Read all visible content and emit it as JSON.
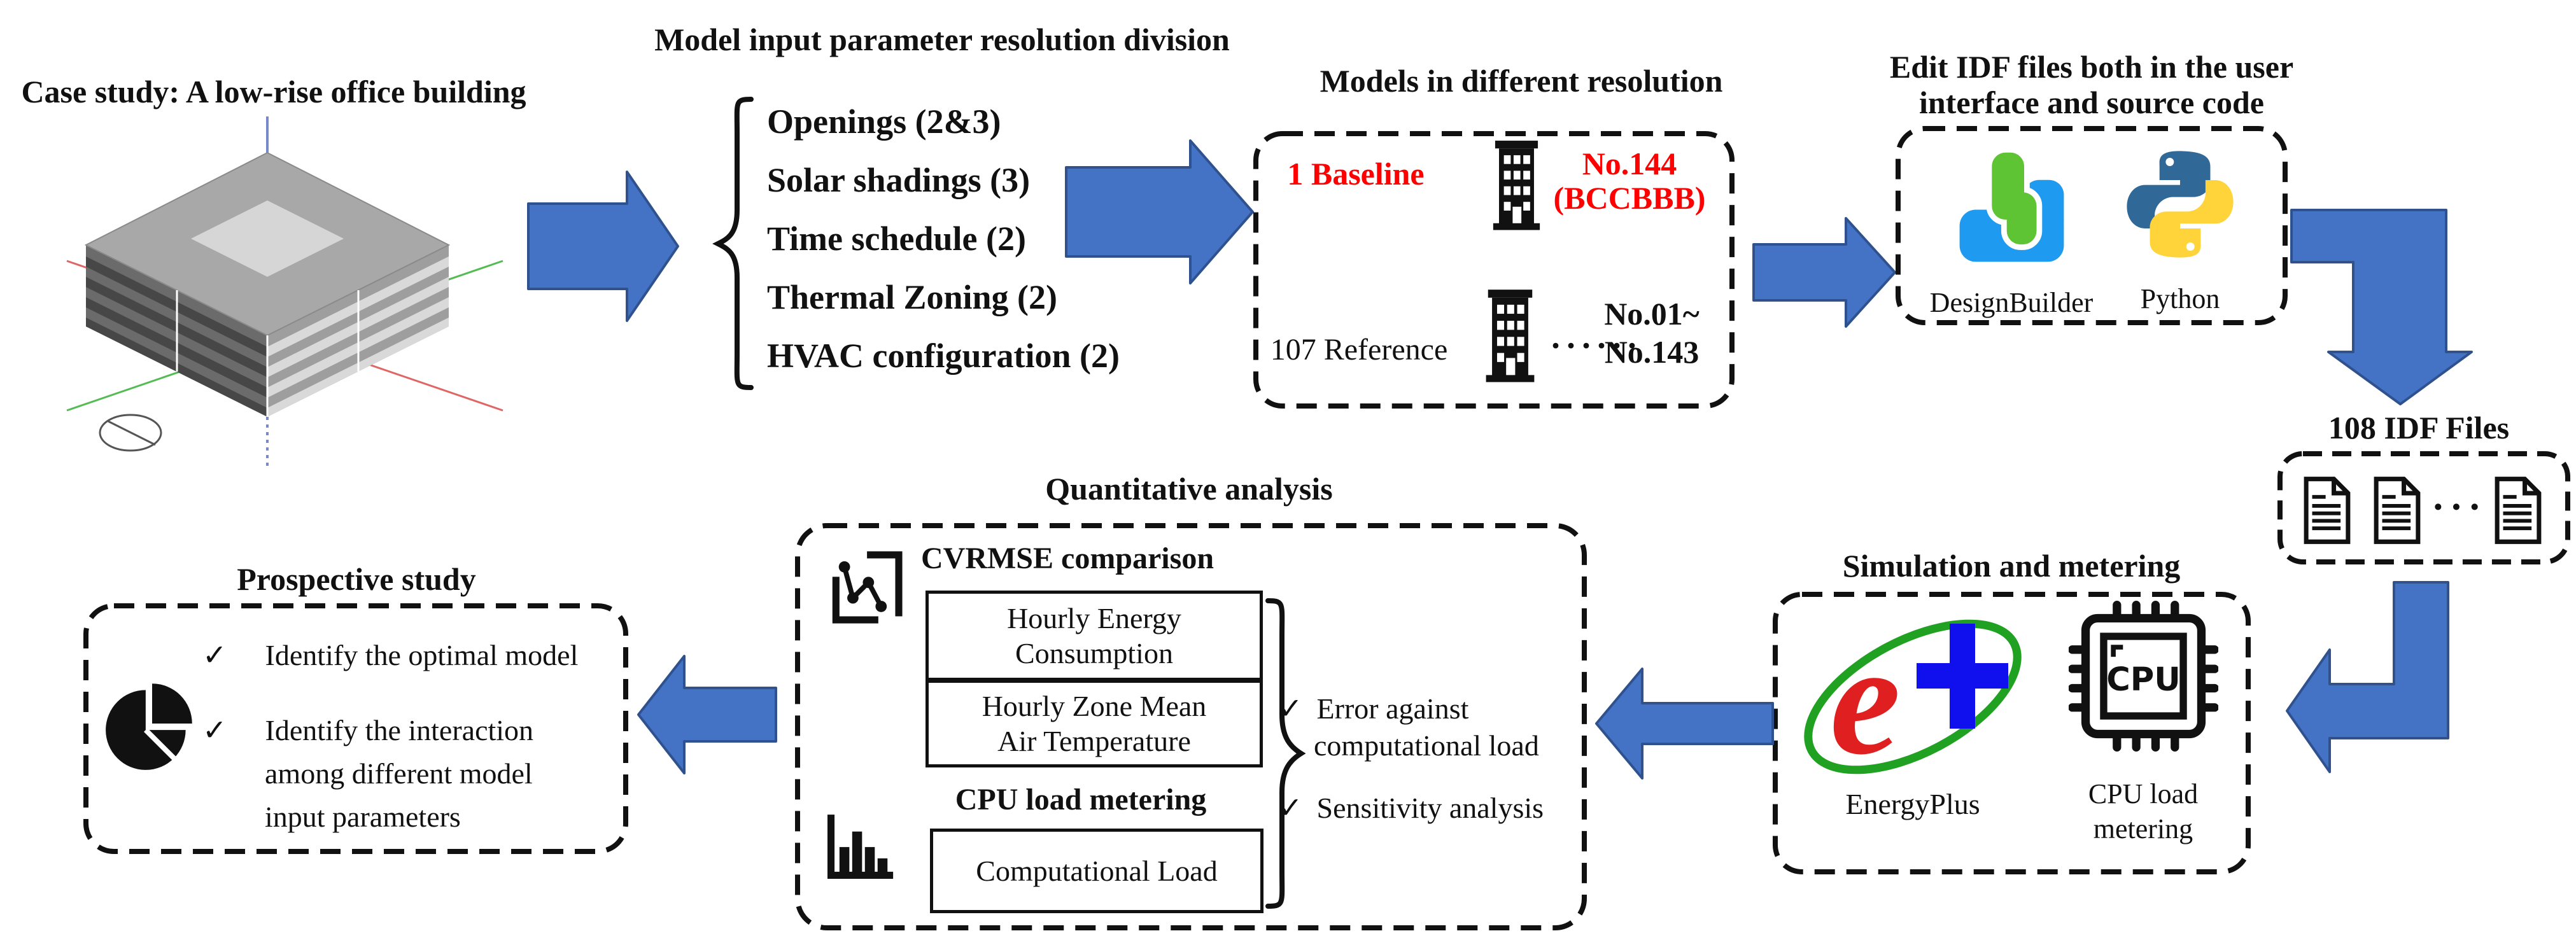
{
  "palette": {
    "arrow_fill": "#4472C4",
    "arrow_stroke": "#2F528F",
    "highlight_red": "#FF0000",
    "line_black": "#111111",
    "designbuilder_green": "#5EC433",
    "designbuilder_blue": "#1E9BF0",
    "python_blue": "#306998",
    "python_yellow": "#FFD43B",
    "energyplus_red": "#E02020",
    "energyplus_blue": "#1010EE",
    "energyplus_green": "#21A121"
  },
  "case_study": {
    "title": "Case study: A low-rise office building"
  },
  "resolution_division": {
    "title": "Model input parameter resolution division",
    "items": [
      "Openings (2&3)",
      "Solar shadings (3)",
      "Time schedule (2)",
      "Thermal Zoning (2)",
      "HVAC configuration (2)"
    ]
  },
  "models": {
    "title": "Models in different resolution",
    "baseline_label": "1 Baseline",
    "baseline_no": "No.144",
    "baseline_code": "(BCCBBB)",
    "reference_label": "107 Reference",
    "reference_dots": "······",
    "reference_no_start": "No.01~",
    "reference_no_end": "No.143"
  },
  "edit_idf": {
    "title_line1": "Edit IDF files both in the user",
    "title_line2": "interface and source code",
    "tool1": "DesignBuilder",
    "tool2": "Python"
  },
  "idf_files": {
    "title": "108 IDF Files",
    "dots": "···"
  },
  "simulation": {
    "title": "Simulation and metering",
    "tool1": "EnergyPlus",
    "tool2_line1": "CPU load",
    "tool2_line2": "metering",
    "cpu_chip_label": "CPU"
  },
  "quantitative": {
    "title": "Quantitative analysis",
    "cvrmse_heading": "CVRMSE comparison",
    "box1_line1": "Hourly Energy",
    "box1_line2": "Consumption",
    "box2_line1": "Hourly Zone Mean",
    "box2_line2": "Air Temperature",
    "cpu_heading": "CPU load metering",
    "box3": "Computational Load",
    "check_mark": "✓",
    "check1_line1": "Error against",
    "check1_line2": "computational load",
    "check2": "Sensitivity analysis"
  },
  "prospective": {
    "title": "Prospective study",
    "check_mark": "✓",
    "item1": "Identify the optimal model",
    "item2_line1": "Identify the interaction",
    "item2_line2": "among different model",
    "item2_line3": "input parameters"
  }
}
